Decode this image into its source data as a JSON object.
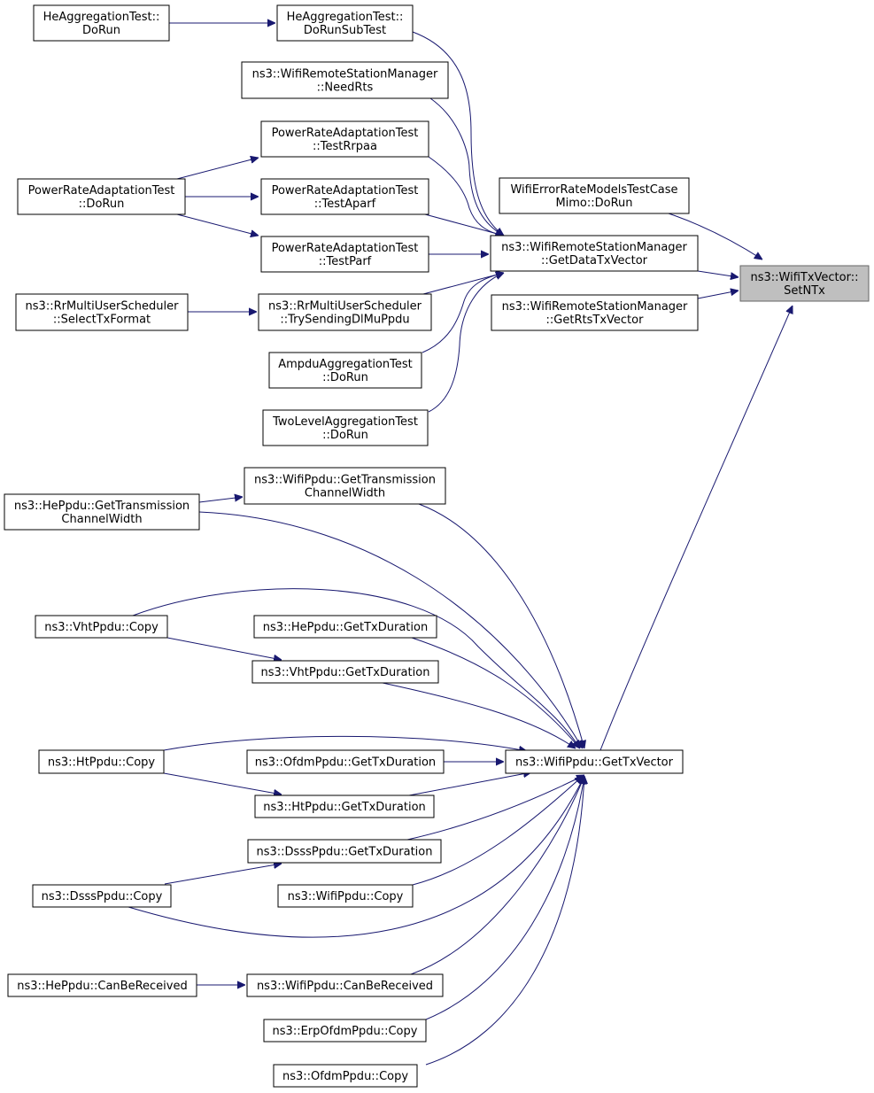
{
  "diagram": {
    "colors": {
      "edge": "#191970",
      "node_border": "#000000",
      "focus_fill": "#bfbfbf",
      "node_fill": "#ffffff"
    },
    "nodes": {
      "n_setntx": {
        "lines": [
          "ns3::WifiTxVector::",
          "SetNTx"
        ],
        "focus": true
      },
      "n_gdtv": {
        "lines": [
          "ns3::WifiRemoteStationManager",
          "::GetDataTxVector"
        ]
      },
      "n_grts": {
        "lines": [
          "ns3::WifiRemoteStationManager",
          "::GetRtsTxVector"
        ]
      },
      "n_mimo": {
        "lines": [
          "WifiErrorRateModelsTestCase",
          "Mimo::DoRun"
        ]
      },
      "n_gtxv": {
        "lines": [
          "ns3::WifiPpdu::GetTxVector"
        ]
      },
      "n_hesub": {
        "lines": [
          "HeAggregationTest::",
          "DoRunSubTest"
        ]
      },
      "n_herun": {
        "lines": [
          "HeAggregationTest::",
          "DoRun"
        ]
      },
      "n_needrts": {
        "lines": [
          "ns3::WifiRemoteStationManager",
          "::NeedRts"
        ]
      },
      "n_rrpaa": {
        "lines": [
          "PowerRateAdaptationTest",
          "::TestRrpaa"
        ]
      },
      "n_aparf": {
        "lines": [
          "PowerRateAdaptationTest",
          "::TestAparf"
        ]
      },
      "n_parf": {
        "lines": [
          "PowerRateAdaptationTest",
          "::TestParf"
        ]
      },
      "n_prarun": {
        "lines": [
          "PowerRateAdaptationTest",
          "::DoRun"
        ]
      },
      "n_trysend": {
        "lines": [
          "ns3::RrMultiUserScheduler",
          "::TrySendingDlMuPpdu"
        ]
      },
      "n_selfmt": {
        "lines": [
          "ns3::RrMultiUserScheduler",
          "::SelectTxFormat"
        ]
      },
      "n_ampdu": {
        "lines": [
          "AmpduAggregationTest",
          "::DoRun"
        ]
      },
      "n_twolvl": {
        "lines": [
          "TwoLevelAggregationTest",
          "::DoRun"
        ]
      },
      "n_wpgtcw": {
        "lines": [
          "ns3::WifiPpdu::GetTransmission",
          "ChannelWidth"
        ]
      },
      "n_hegtcw": {
        "lines": [
          "ns3::HePpdu::GetTransmission",
          "ChannelWidth"
        ]
      },
      "n_vhtcopy": {
        "lines": [
          "ns3::VhtPpdu::Copy"
        ]
      },
      "n_hegtd": {
        "lines": [
          "ns3::HePpdu::GetTxDuration"
        ]
      },
      "n_vhtgtd": {
        "lines": [
          "ns3::VhtPpdu::GetTxDuration"
        ]
      },
      "n_htcopy": {
        "lines": [
          "ns3::HtPpdu::Copy"
        ]
      },
      "n_ofdmgtd": {
        "lines": [
          "ns3::OfdmPpdu::GetTxDuration"
        ]
      },
      "n_htgtd": {
        "lines": [
          "ns3::HtPpdu::GetTxDuration"
        ]
      },
      "n_dsssgtd": {
        "lines": [
          "ns3::DsssPpdu::GetTxDuration"
        ]
      },
      "n_dssscopy": {
        "lines": [
          "ns3::DsssPpdu::Copy"
        ]
      },
      "n_wpcopy": {
        "lines": [
          "ns3::WifiPpdu::Copy"
        ]
      },
      "n_hecbr": {
        "lines": [
          "ns3::HePpdu::CanBeReceived"
        ]
      },
      "n_wpcbr": {
        "lines": [
          "ns3::WifiPpdu::CanBeReceived"
        ]
      },
      "n_erpcopy": {
        "lines": [
          "ns3::ErpOfdmPpdu::Copy"
        ]
      },
      "n_ofdmcopy": {
        "lines": [
          "ns3::OfdmPpdu::Copy"
        ]
      }
    },
    "edges": [
      [
        "n_gdtv",
        "n_setntx"
      ],
      [
        "n_grts",
        "n_setntx"
      ],
      [
        "n_mimo",
        "n_setntx"
      ],
      [
        "n_gtxv",
        "n_setntx"
      ],
      [
        "n_herun",
        "n_hesub"
      ],
      [
        "n_hesub",
        "n_gdtv"
      ],
      [
        "n_needrts",
        "n_gdtv"
      ],
      [
        "n_rrpaa",
        "n_gdtv"
      ],
      [
        "n_aparf",
        "n_gdtv"
      ],
      [
        "n_parf",
        "n_gdtv"
      ],
      [
        "n_trysend",
        "n_gdtv"
      ],
      [
        "n_ampdu",
        "n_gdtv"
      ],
      [
        "n_twolvl",
        "n_gdtv"
      ],
      [
        "n_prarun",
        "n_rrpaa"
      ],
      [
        "n_prarun",
        "n_aparf"
      ],
      [
        "n_prarun",
        "n_parf"
      ],
      [
        "n_selfmt",
        "n_trysend"
      ],
      [
        "n_hegtcw",
        "n_wpgtcw"
      ],
      [
        "n_wpgtcw",
        "n_gtxv"
      ],
      [
        "n_hegtcw",
        "n_gtxv"
      ],
      [
        "n_vhtcopy",
        "n_gtxv"
      ],
      [
        "n_vhtcopy",
        "n_vhtgtd"
      ],
      [
        "n_hegtd",
        "n_gtxv"
      ],
      [
        "n_vhtgtd",
        "n_gtxv"
      ],
      [
        "n_htcopy",
        "n_gtxv"
      ],
      [
        "n_htcopy",
        "n_htgtd"
      ],
      [
        "n_ofdmgtd",
        "n_gtxv"
      ],
      [
        "n_htgtd",
        "n_gtxv"
      ],
      [
        "n_dsssgtd",
        "n_gtxv"
      ],
      [
        "n_dssscopy",
        "n_dsssgtd"
      ],
      [
        "n_dssscopy",
        "n_gtxv"
      ],
      [
        "n_wpcopy",
        "n_gtxv"
      ],
      [
        "n_hecbr",
        "n_wpcbr"
      ],
      [
        "n_wpcbr",
        "n_gtxv"
      ],
      [
        "n_erpcopy",
        "n_gtxv"
      ],
      [
        "n_ofdmcopy",
        "n_gtxv"
      ]
    ]
  }
}
